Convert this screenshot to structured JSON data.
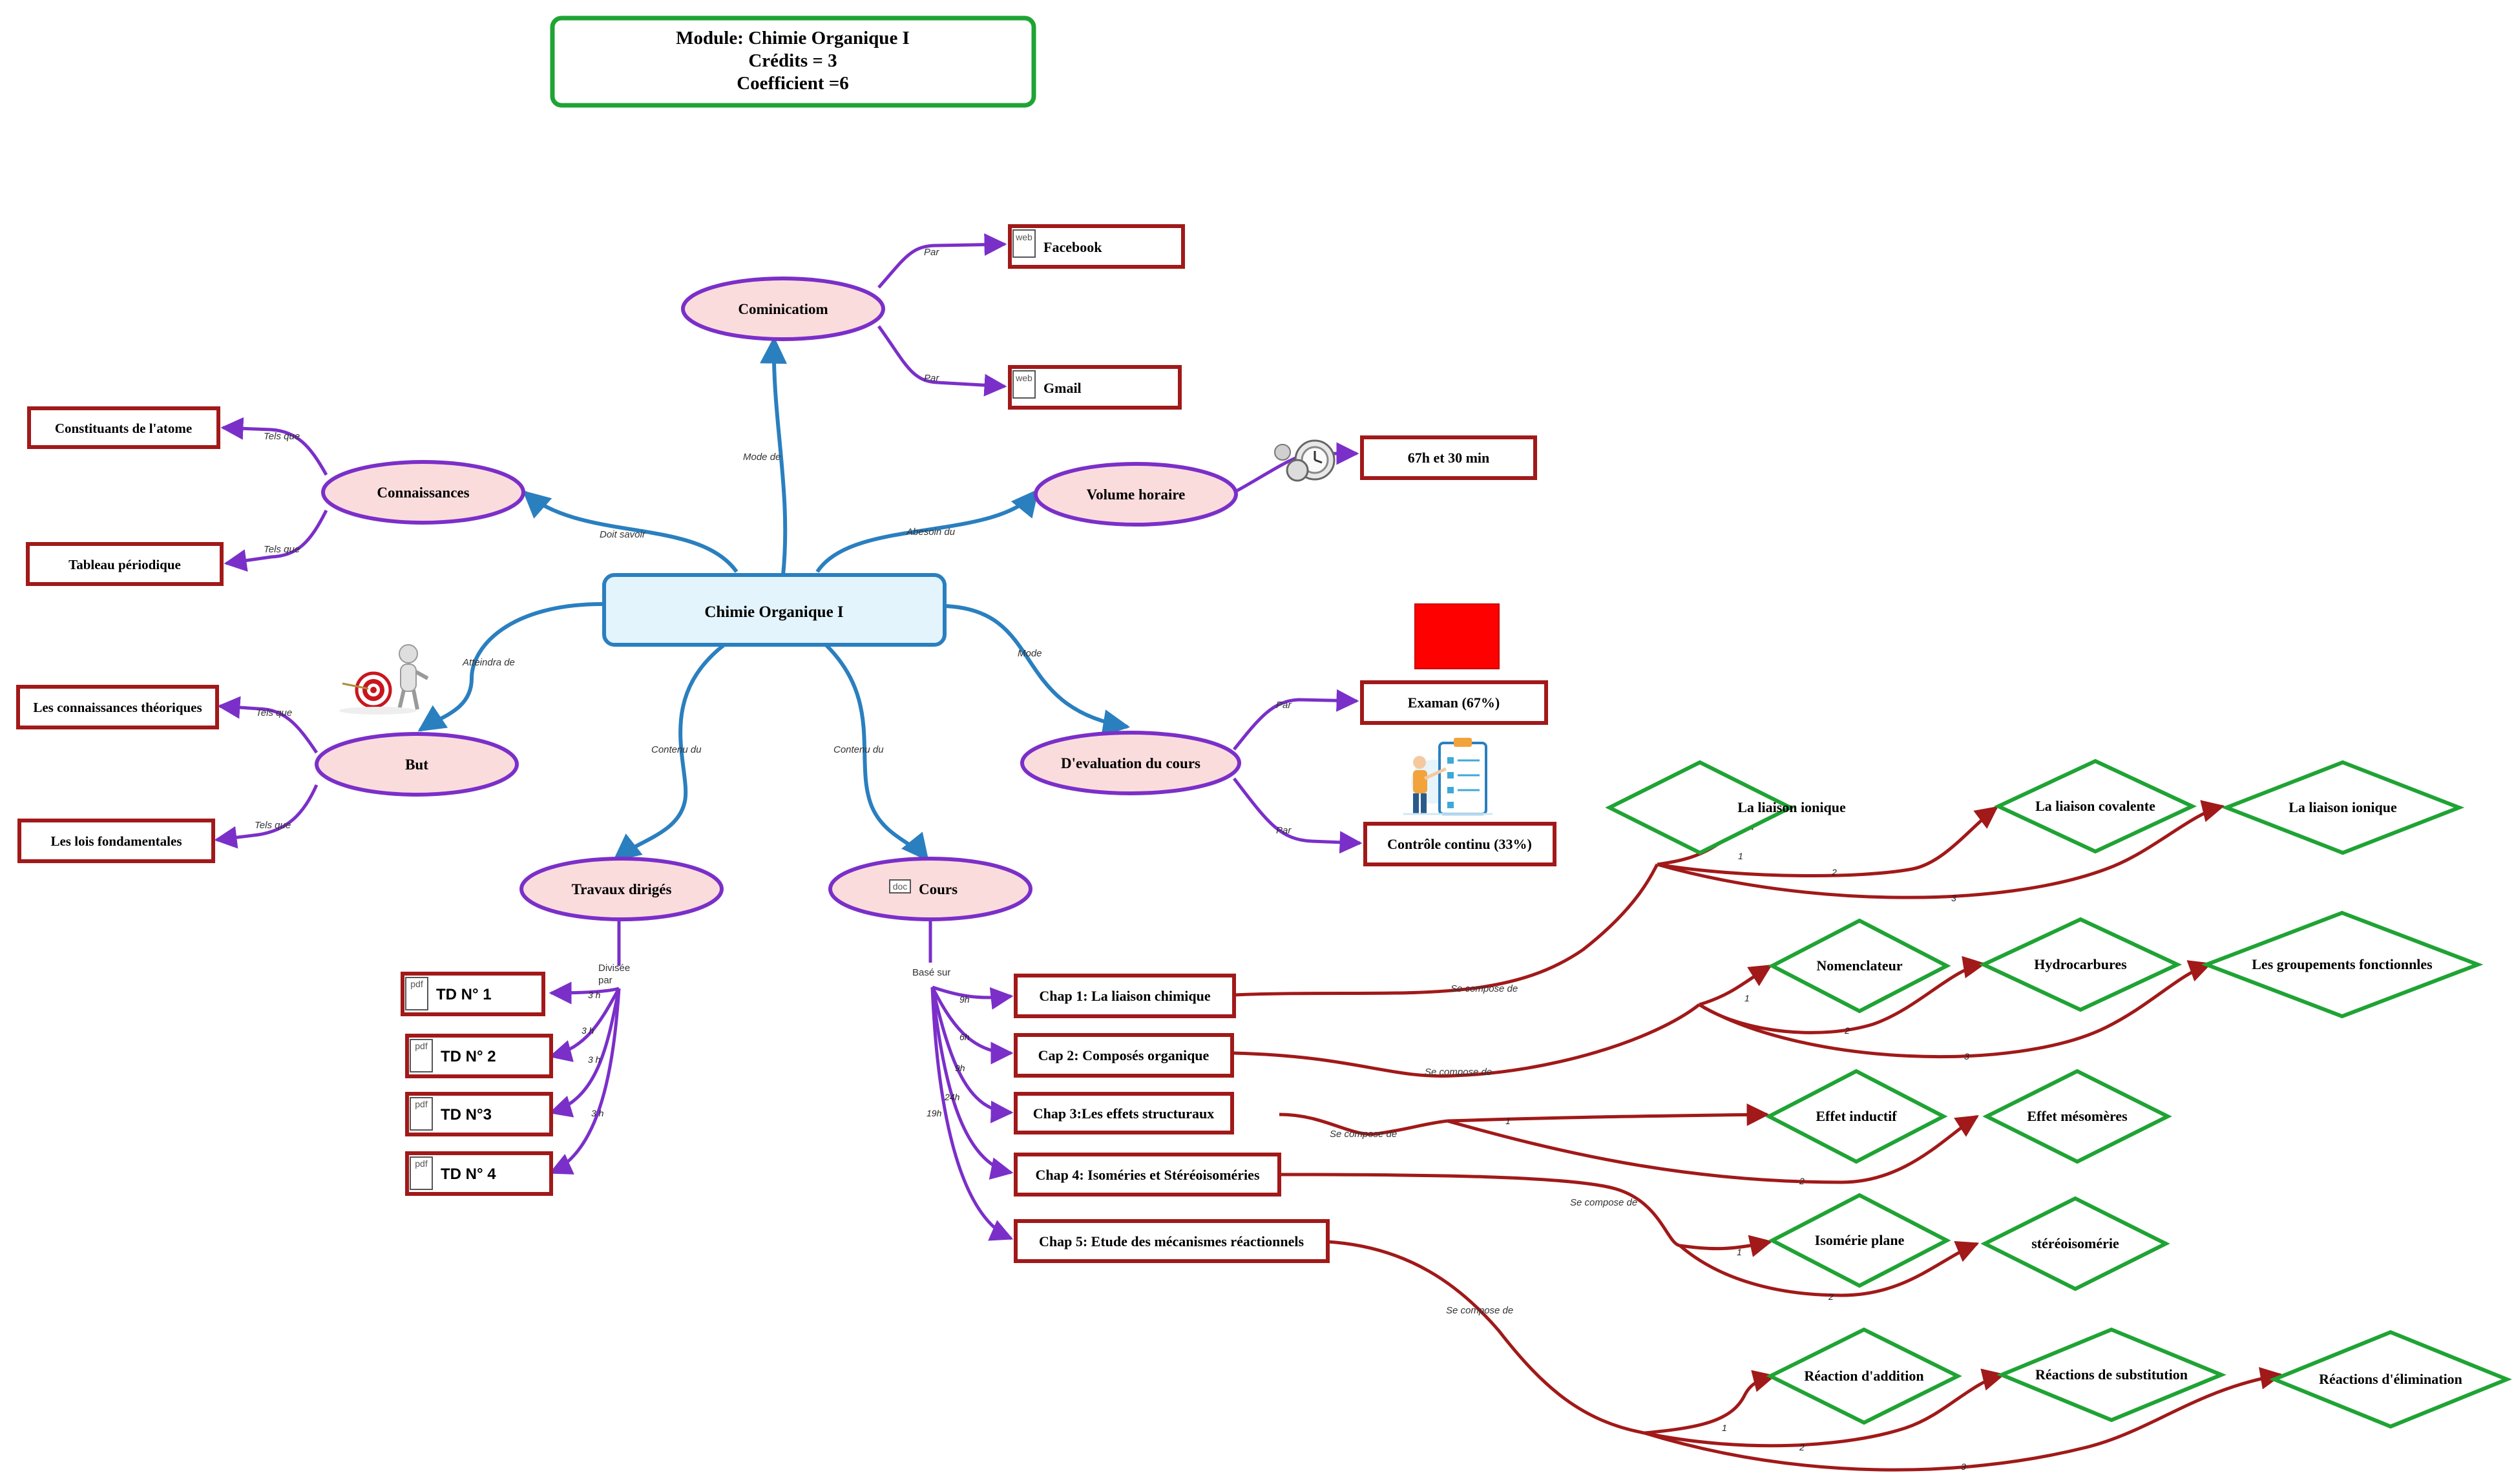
{
  "header": {
    "line1": "Module: Chimie Organique I",
    "line2": "Crédits = 3",
    "line3": "Coefficient =6"
  },
  "center": "Chimie Organique I",
  "topics": {
    "communication": "Cominicatiom",
    "connaissances": "Connaissances",
    "volume": "Volume horaire",
    "but": "But",
    "evaluation": "D'evaluation du cours",
    "td": "Travaux dirigés",
    "cours": "Cours"
  },
  "leaves": {
    "facebook": "Facebook",
    "gmail": "Gmail",
    "atome": "Constituants de l'atome",
    "tableau": "Tableau périodique",
    "hours": "67h et 30 min",
    "theoriques": "Les connaissances théoriques",
    "lois": "Les lois fondamentales",
    "examen": "Examan (67%)",
    "controle": "Contrôle continu (33%)",
    "td1": "TD N° 1",
    "td2": "TD N° 2",
    "td3": "TD N°3",
    "td4": "TD N° 4"
  },
  "chapters": [
    "Chap 1: La liaison chimique",
    "Cap 2: Composés organique",
    "Chap 3:Les effets structuraux",
    "Chap 4: Isoméries et Stéréoisoméries",
    "Chap 5: Etude des mécanismes réactionnels"
  ],
  "subtopics": {
    "c1": [
      "La liaison ionique",
      "La liaison covalente",
      "La liaison ionique"
    ],
    "c2": [
      "Nomenclateur",
      "Hydrocarbures",
      "Les groupements fonctionnles"
    ],
    "c3": [
      "Effet inductif",
      "Effet mésomères"
    ],
    "c4": [
      "Isomérie plane",
      "stéréoisomérie"
    ],
    "c5": [
      "Réaction d'addition",
      "Réactions de substitution",
      "Réactions d'élimination"
    ]
  },
  "edge_labels": {
    "par": "Par",
    "mode_de": "Mode de",
    "doit_savoir": "Doit savoir",
    "abesoin": "Abesoin du",
    "tels_que": "Tels que",
    "atteindra": "Atteindra de",
    "contenu": "Contenu du",
    "mode": "Mode",
    "divisee": "Divisée",
    "par_lc": "par",
    "base_sur": "Basé sur",
    "se_compose": "Se compose de"
  },
  "hour_labels": {
    "td": [
      "3 h",
      "3 h",
      "3 h",
      "3 h"
    ],
    "chapters": [
      "9h",
      "6h",
      "9h",
      "24h",
      "19h"
    ]
  },
  "order_labels": [
    "1",
    "2",
    "3"
  ],
  "icons": {
    "web": "web",
    "pdf": "pdf",
    "doc": "doc"
  },
  "colors": {
    "header_border": "#1fa334",
    "center_fill": "#e3f4fc",
    "center_border": "#2a7fbf",
    "topic_fill": "#fbdcdc",
    "topic_border": "#7b2fc9",
    "leaf_border": "#a11919",
    "diamond_border": "#1fa334",
    "blue_edge": "#2a7fbf",
    "purple_edge": "#7b2fc9",
    "red_edge": "#a11919",
    "red_square": "#ff0000"
  }
}
